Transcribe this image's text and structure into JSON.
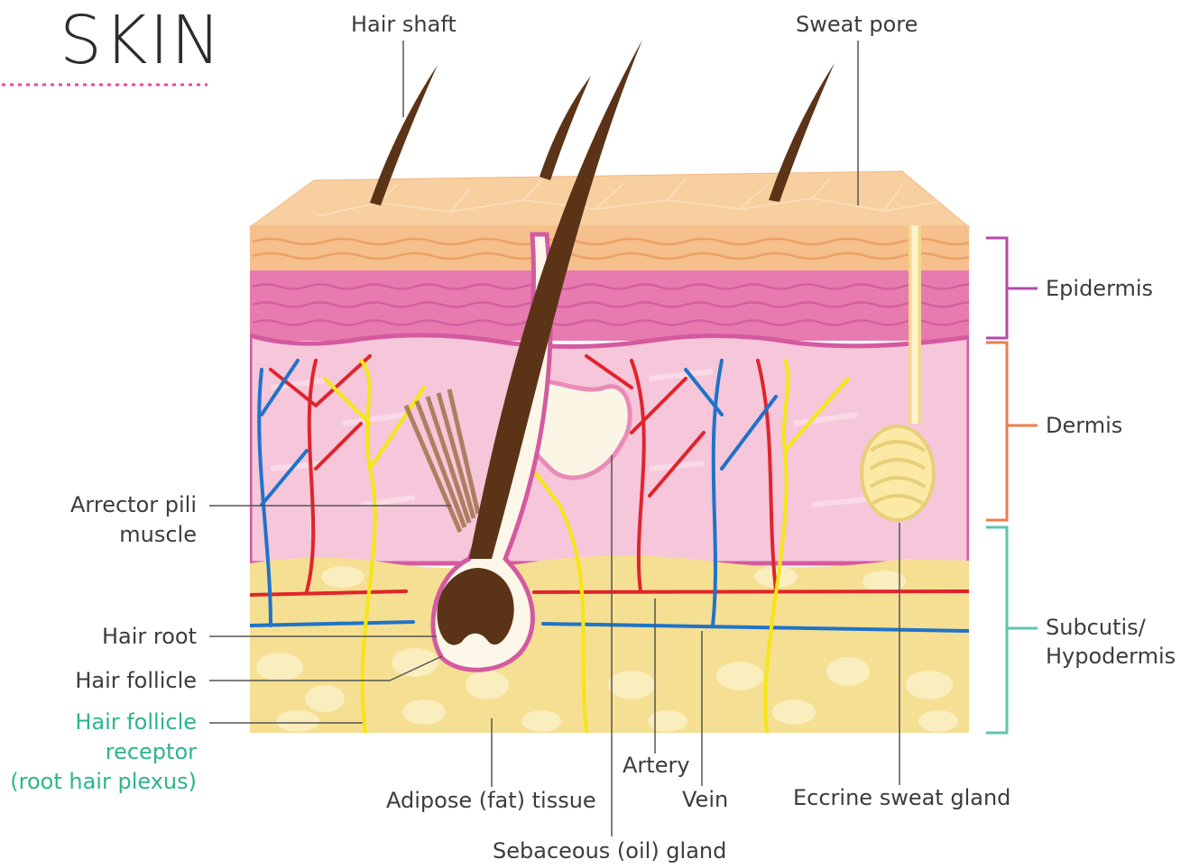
{
  "title": "SKIN",
  "labels": {
    "hair_shaft": "Hair shaft",
    "sweat_pore": "Sweat pore",
    "epidermis": "Epidermis",
    "dermis": "Dermis",
    "subcutis_line1": "Subcutis/",
    "subcutis_line2": "Hypodermis",
    "arrector_line1": "Arrector pili",
    "arrector_line2": "muscle",
    "hair_root": "Hair root",
    "hair_follicle": "Hair follicle",
    "receptor_line1": "Hair follicle",
    "receptor_line2": "receptor",
    "receptor_line3": "(root hair plexus)",
    "adipose": "Adipose (fat) tissue",
    "artery": "Artery",
    "vein": "Vein",
    "eccrine": "Eccrine sweat gland",
    "sebaceous": "Sebaceous (oil) gland"
  },
  "colors": {
    "title_underline": "#e64b9a",
    "epidermis_bracket": "#b34aa8",
    "dermis_bracket": "#ee7d4a",
    "subcutis_bracket": "#5cc6b0",
    "receptor_label": "#2bb58a",
    "artery": "#e0242c",
    "vein": "#1f73c8",
    "nerve": "#f5e616",
    "skin_surface": "#f6c89a",
    "dermis_pink": "#f4bcd4",
    "hypodermis_yellow": "#f4de8e"
  }
}
